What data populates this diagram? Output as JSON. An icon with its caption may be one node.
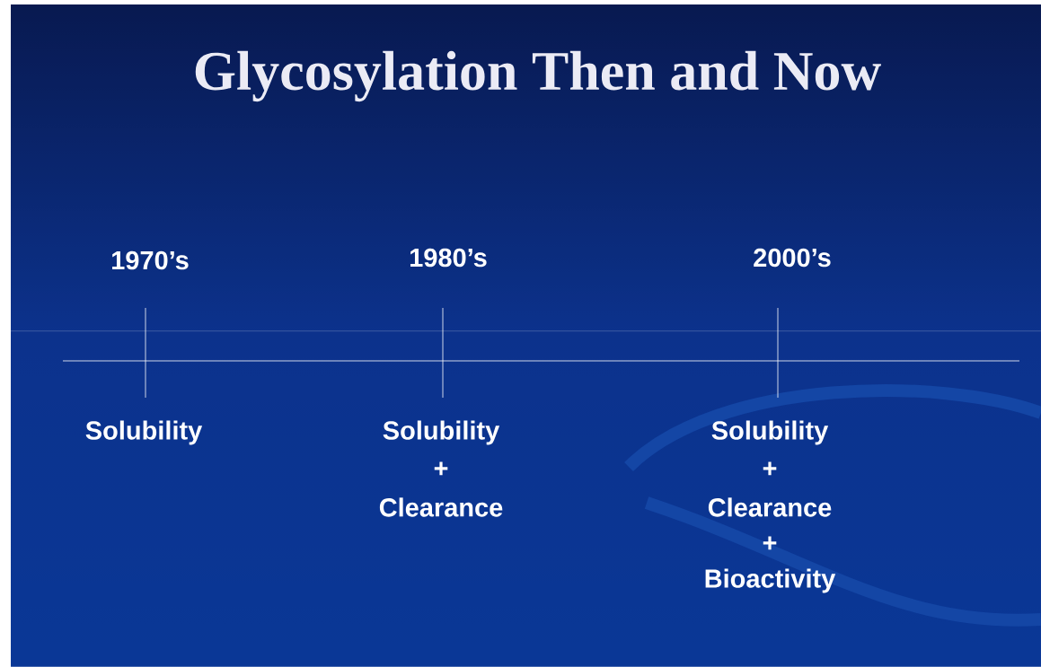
{
  "diagram": {
    "title": "Glycosylation Then and Now",
    "labels": [
      "1970’s",
      "1980’s",
      "2000’s",
      "Solubility",
      "Solubility",
      "+",
      "Clearance",
      "Solubility",
      "+",
      "Clearance",
      "+",
      "Bioactivity"
    ]
  }
}
